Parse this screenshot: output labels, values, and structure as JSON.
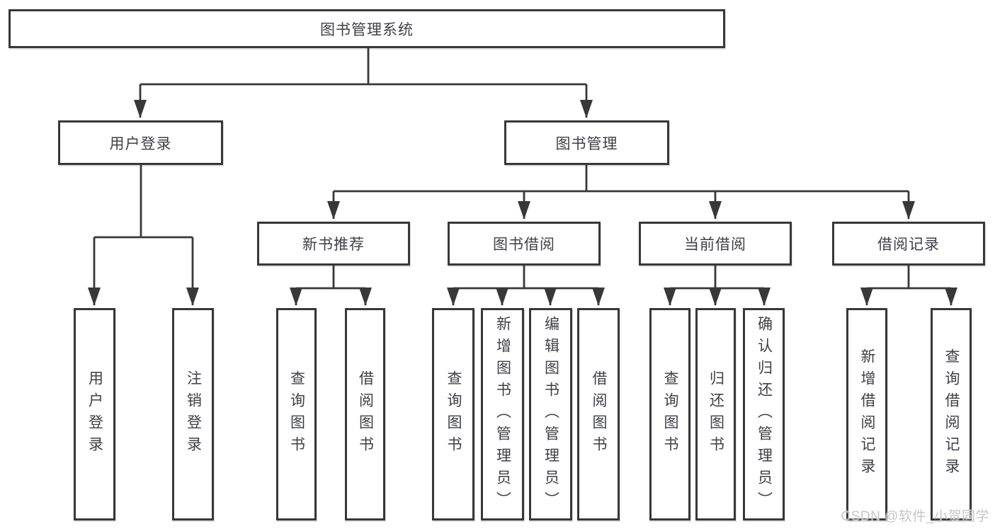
{
  "diagram": {
    "root": {
      "label": "图书管理系统"
    },
    "branches": [
      {
        "label": "用户登录",
        "children": [
          {
            "label": "用户登录"
          },
          {
            "label": "注销登录"
          }
        ]
      },
      {
        "label": "图书管理",
        "children": [
          {
            "label": "新书推荐",
            "children": [
              {
                "label": "查询图书"
              },
              {
                "label": "借阅图书"
              }
            ]
          },
          {
            "label": "图书借阅",
            "children": [
              {
                "label": "查询图书"
              },
              {
                "label": "新增图书（管理员）"
              },
              {
                "label": "编辑图书（管理员）"
              },
              {
                "label": "借阅图书"
              }
            ]
          },
          {
            "label": "当前借阅",
            "children": [
              {
                "label": "查询图书"
              },
              {
                "label": "归还图书"
              },
              {
                "label": "确认归还（管理员）"
              }
            ]
          },
          {
            "label": "借阅记录",
            "children": [
              {
                "label": "新增借阅记录"
              },
              {
                "label": "查询借阅记录"
              }
            ]
          }
        ]
      }
    ],
    "watermark": "CSDN @软件_小贺同学",
    "colors": {
      "line": "#383838",
      "border": "#383838",
      "text": "#3f4045",
      "watermark": "#c6c6c6",
      "background": "#ffffff"
    }
  }
}
